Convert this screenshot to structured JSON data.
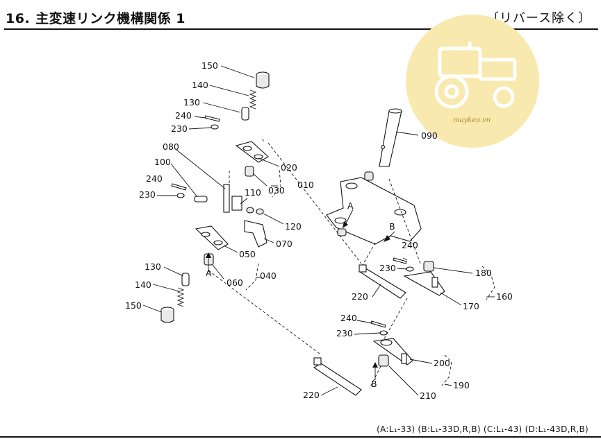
{
  "header": {
    "number": "16.",
    "title": "主変速リンク機構関係 1",
    "note": "〔リバース除く〕"
  },
  "footer": {
    "applicability": "(A:L₁-33) (B:L₁-33D,R,B) (C:L₁-43) (D:L₁-43D,R,B)"
  },
  "watermark": {
    "text": "maykeo.vn",
    "color": "#f7e7a8",
    "icon": "tractor-icon"
  },
  "callouts": {
    "c150a": "150",
    "c140a": "140",
    "c130a": "130",
    "c240a": "240",
    "c230a": "230",
    "c080": "080",
    "c100": "100",
    "c240b": "240",
    "c230b": "230",
    "c020": "020",
    "c030": "030",
    "c010": "010",
    "c110": "110",
    "c120": "120",
    "c070": "070",
    "c050": "050",
    "c060": "060",
    "c040": "040",
    "c130b": "130",
    "c140b": "140",
    "c150b": "150",
    "c090": "090",
    "c240c": "240",
    "c230c": "230",
    "c180": "180",
    "c220a": "220",
    "c170": "170",
    "c160": "160",
    "c240d": "240",
    "c230d": "230",
    "c200": "200",
    "c210": "210",
    "c190": "190",
    "c220b": "220",
    "refA1": "A",
    "refA2": "A",
    "refB1": "B",
    "refB2": "B"
  }
}
